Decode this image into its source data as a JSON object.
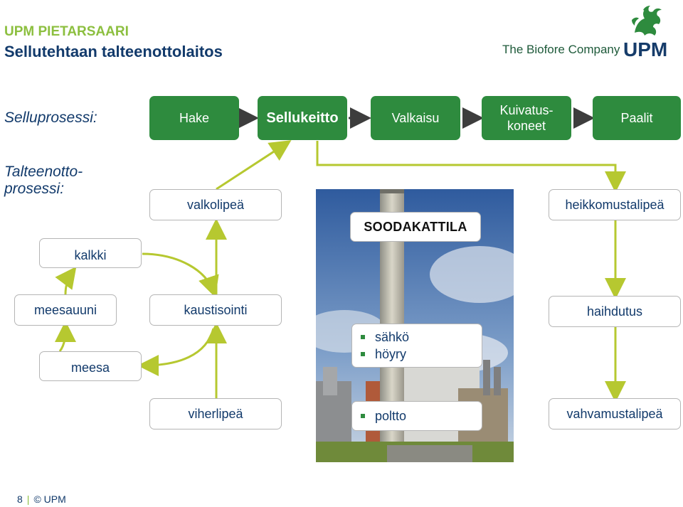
{
  "header": {
    "kicker": "UPM PIETARSAARI",
    "title": "Sellutehtaan talteenottolaitos",
    "tagline": "The Biofore Company",
    "logo_text": "UPM"
  },
  "rows": {
    "selluprosessi": "Selluprosessi:",
    "talteenotto_line1": "Talteenotto-",
    "talteenotto_line2": "prosessi:"
  },
  "pulp_process": {
    "hake": "Hake",
    "sellukeitto": "Sellukeitto",
    "valkaisu": "Valkaisu",
    "kuivatus_line1": "Kuivatus-",
    "kuivatus_line2": "koneet",
    "paalit": "Paalit"
  },
  "recovery": {
    "valkolipea": "valkolipeä",
    "kalkki": "kalkki",
    "meesauuni": "meesauuni",
    "kaustisointi": "kaustisointi",
    "meesa": "meesa",
    "viherlipea": "viherlipeä",
    "heikkomustalipea": "heikkomustalipeä",
    "haihdutus": "haihdutus",
    "vahvamustalipea": "vahvamustalipeä",
    "soodakattila": "SOODAKATTILA",
    "outputs": [
      "sähkö",
      "höyry"
    ],
    "poltto": "poltto"
  },
  "footer": {
    "page": "8",
    "copyright": "© UPM"
  },
  "colors": {
    "green_box": "#2e8b3e",
    "arrow_green": "#b6c830",
    "navy_text": "#123a6b",
    "light_green": "#8cbf3f"
  }
}
